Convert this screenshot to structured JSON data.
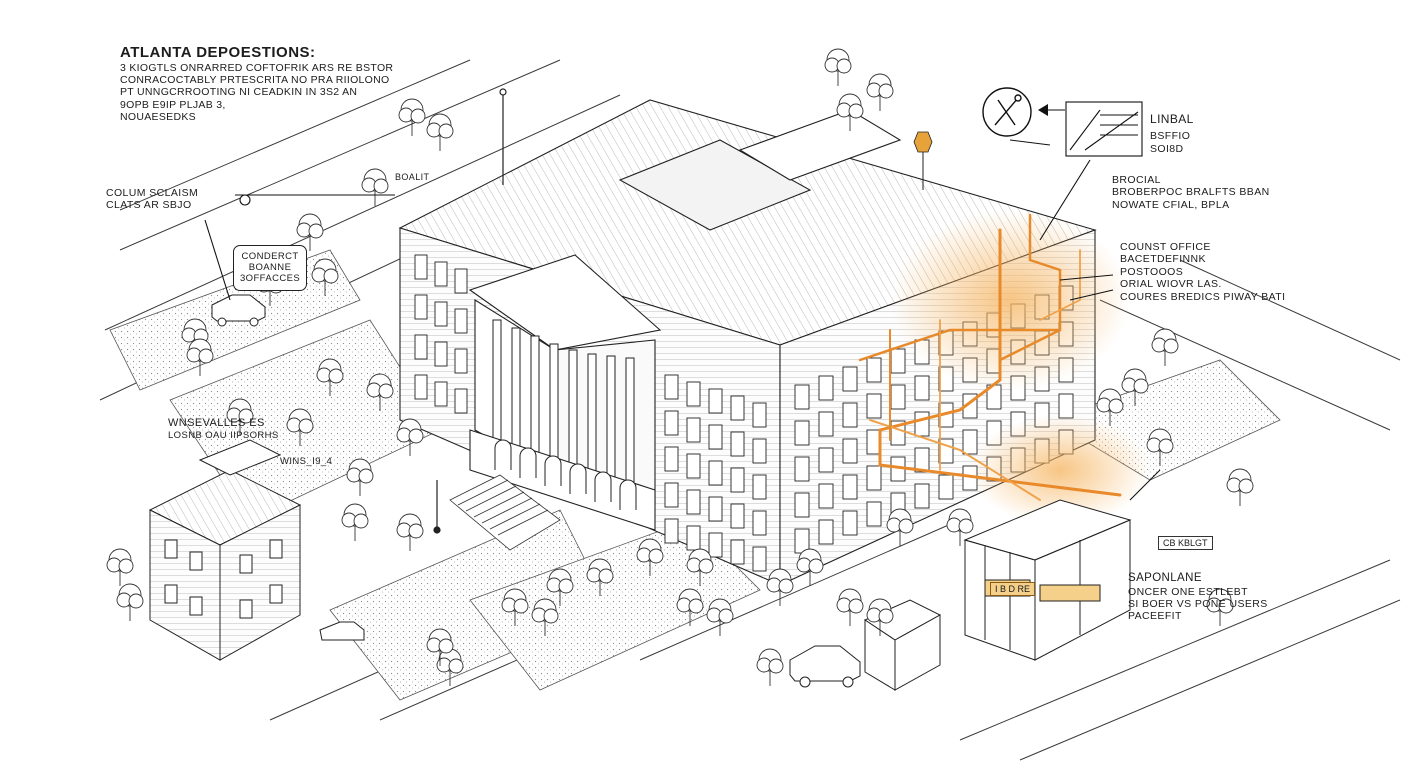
{
  "title_block": {
    "title": "ATLANTA DEPOESTIONS:",
    "lines": [
      "3 KIOGTLS ONRARRED COFTOFRIK ARS RE BSTOR",
      "CONRACOCTABLY PRTESCRITA NO PRA RIIOLONO",
      "PT UNNGCRROOTING NI CEADKIN IN 3S2 AN",
      "9OPB E9IP PLJAB 3,",
      "NOUAESEDKS"
    ]
  },
  "callouts": {
    "colum_scalism": {
      "line1": "COLUM SCLAISM",
      "line2": "CLATS AR SBJO"
    },
    "boalit": "BOALIT",
    "conderct": [
      "CONDERCT",
      "BOANNE",
      "3OFFACCES"
    ],
    "wnsevalles": {
      "line1": "WNSEVALLES ES",
      "line2": "LOSNB OAU IIPSORHS"
    },
    "wins": "WINS_I9_4",
    "linbal": {
      "title": "LINBAL",
      "line2": "BSFFIO",
      "line3": "SOI8D"
    },
    "brocial": {
      "line1": "BROCIAL",
      "line2": "BROBERPOC BRALFTS BBAN",
      "line3": "NOWATE CFIAL, BPLA"
    },
    "court_office": {
      "line1": "COUNST OFFICE",
      "line2": "BACETDEFINNK",
      "line3": "POSTOOOS",
      "line4": "ORIAL WIOVR LAS.",
      "line5": "COURES BREDICS PIWAY BATI"
    },
    "saponlane": {
      "line1": "SAPONLANE",
      "line2": "ONCER ONE ESTLEBT",
      "line3": "SI BOER VS PONE USERS",
      "line4": "PACEEFIT"
    },
    "sign_banner": "I  B D  RE",
    "small_tag": "CB KBLGT"
  },
  "colors": {
    "ink": "#1c1c1c",
    "line": "#2a2a2a",
    "accent_orange": "#e8892a",
    "accent_glow": "#f6b766",
    "grass_hatch": "#7a7a7a"
  },
  "icons": [
    "tools-icon",
    "arrow-left-icon",
    "blueprint-thumbnail-icon",
    "lamp-post-icon",
    "car-icon",
    "tree-icon"
  ]
}
